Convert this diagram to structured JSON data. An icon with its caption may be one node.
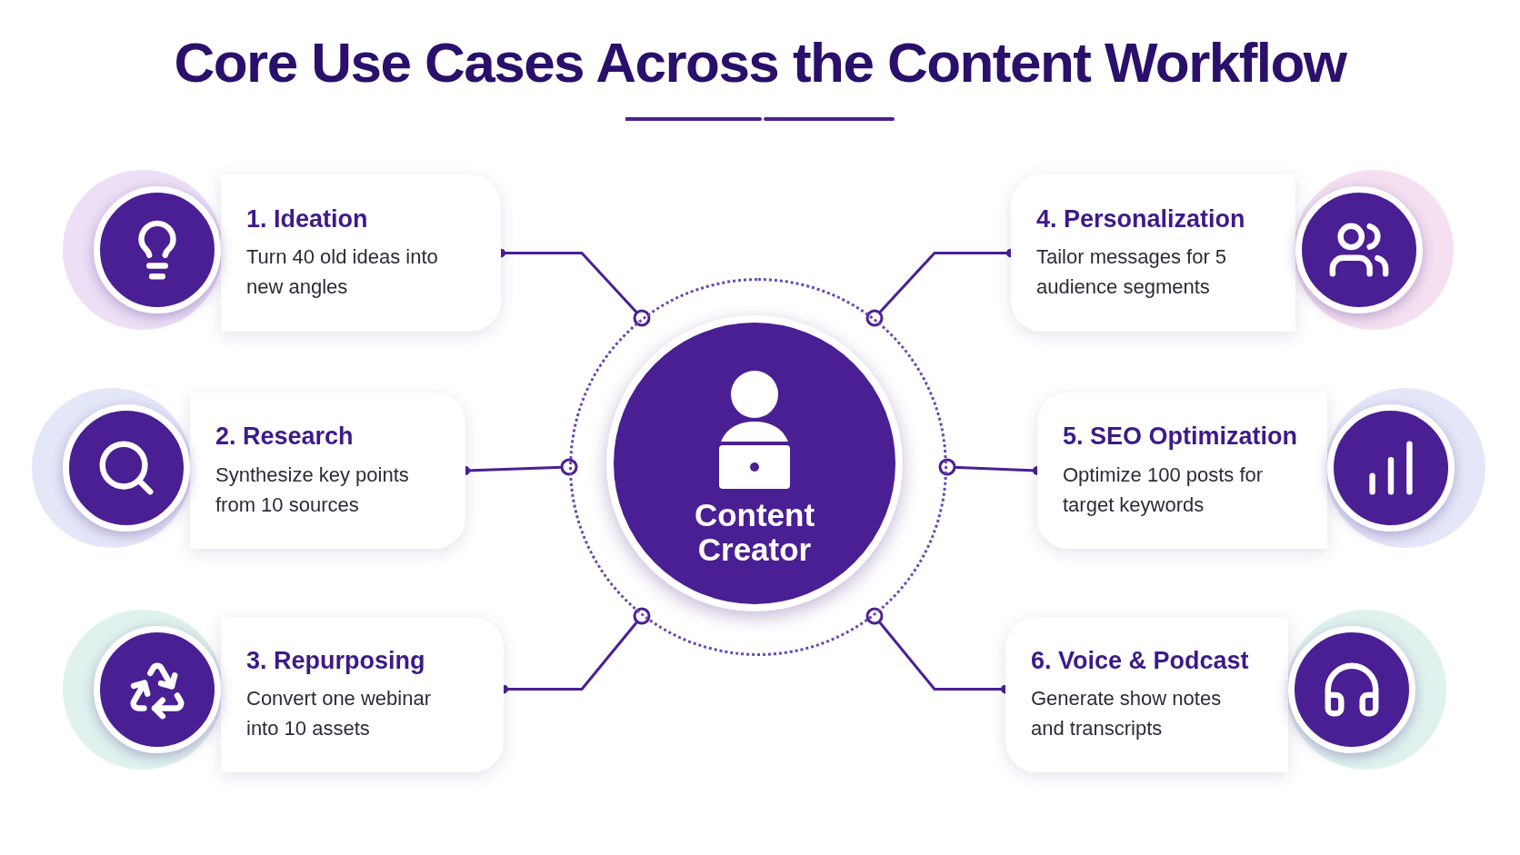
{
  "diagram": {
    "title": "Core Use Cases Across the Content Workflow",
    "nodes": [
      {
        "text": [
          "1. Ideation",
          "Turn 40 old ideas into new angles"
        ]
      },
      {
        "text": [
          "2. Research",
          "Synthesize key points from 10 sources"
        ]
      },
      {
        "text": [
          "3. Repurposing",
          "Convert one webinar into 10 assets"
        ]
      },
      {
        "text": [
          "4. Personalization",
          "Tailor messages for 5 audience segments"
        ]
      },
      {
        "text": [
          "5. SEO Optimization",
          "Optimize 100 posts for target keywords"
        ]
      },
      {
        "text": [
          "6. Voice & Podcast",
          "Generate show notes and transcripts"
        ]
      },
      {
        "text": [
          "Content Creator"
        ]
      }
    ],
    "edges": [
      {
        "from": 0,
        "to": 6,
        "arrow": "other"
      },
      {
        "from": 1,
        "to": 6,
        "arrow": "other"
      },
      {
        "from": 2,
        "to": 6,
        "arrow": "other"
      },
      {
        "from": 3,
        "to": 6,
        "arrow": "other"
      },
      {
        "from": 4,
        "to": 6,
        "arrow": "other"
      },
      {
        "from": 5,
        "to": 6,
        "arrow": "other"
      }
    ]
  }
}
